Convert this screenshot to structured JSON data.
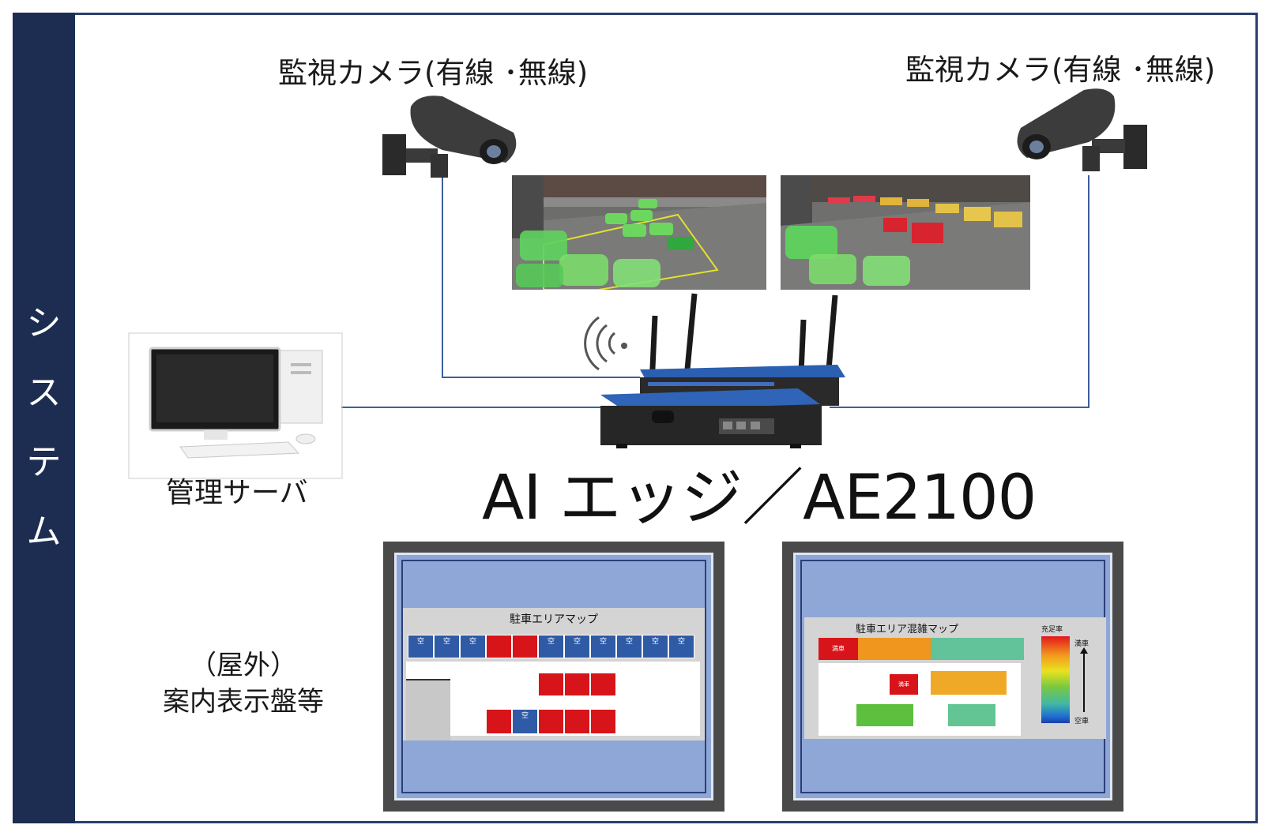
{
  "sidebar": {
    "label_chars": [
      "シ",
      "ス",
      "テ",
      "ム"
    ]
  },
  "cameras": {
    "left_label": "監視カメラ(有線 ･無線)",
    "right_label": "監視カメラ(有線 ･無線)"
  },
  "device": {
    "title": "AI エッジ／AE2100"
  },
  "server": {
    "label": "管理サーバ"
  },
  "outdoor": {
    "line1": "（屋外）",
    "line2": "案内表示盤等"
  },
  "display_left": {
    "map_title": "駐車エリアマップ"
  },
  "display_right": {
    "map_title": "駐車エリア混雑マップ",
    "legend_title": "充足率",
    "legend_top": "満車",
    "legend_bottom": "空車"
  },
  "colors": {
    "sidebar": "#1d2d52",
    "occupied": "#d8141b",
    "free": "#2f5aa6",
    "line": "#3d5f9e",
    "panel_bg": "#8fa7d7",
    "detect_green": "#5ed35e"
  }
}
